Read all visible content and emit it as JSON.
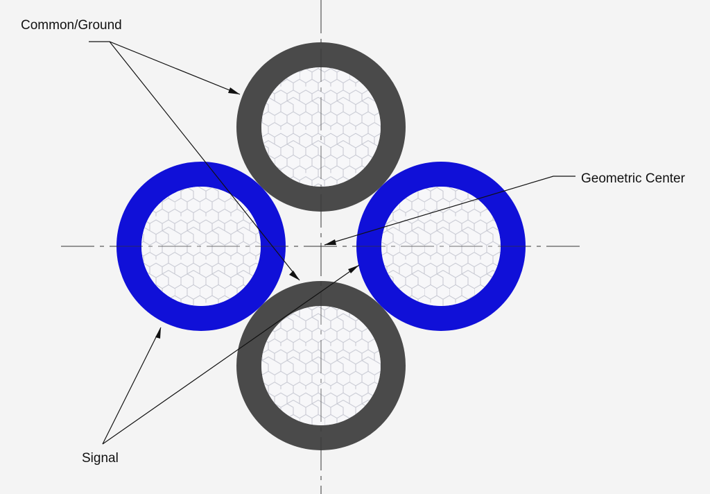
{
  "labels": {
    "common_ground": "Common/Ground",
    "geometric_center": "Geometric Center",
    "signal": "Signal"
  },
  "conductors": [
    {
      "id": "top",
      "role": "common/ground",
      "color": "#4a4a4a"
    },
    {
      "id": "left",
      "role": "signal",
      "color": "#1010d8"
    },
    {
      "id": "right",
      "role": "signal",
      "color": "#1010d8"
    },
    {
      "id": "bottom",
      "role": "common/ground",
      "color": "#4a4a4a"
    }
  ],
  "colors": {
    "background": "#f4f4f4",
    "ground": "#4a4a4a",
    "signal": "#1010d8",
    "core": "#f7f7f9",
    "hex": "#c4c6d0",
    "line": "#222222"
  }
}
